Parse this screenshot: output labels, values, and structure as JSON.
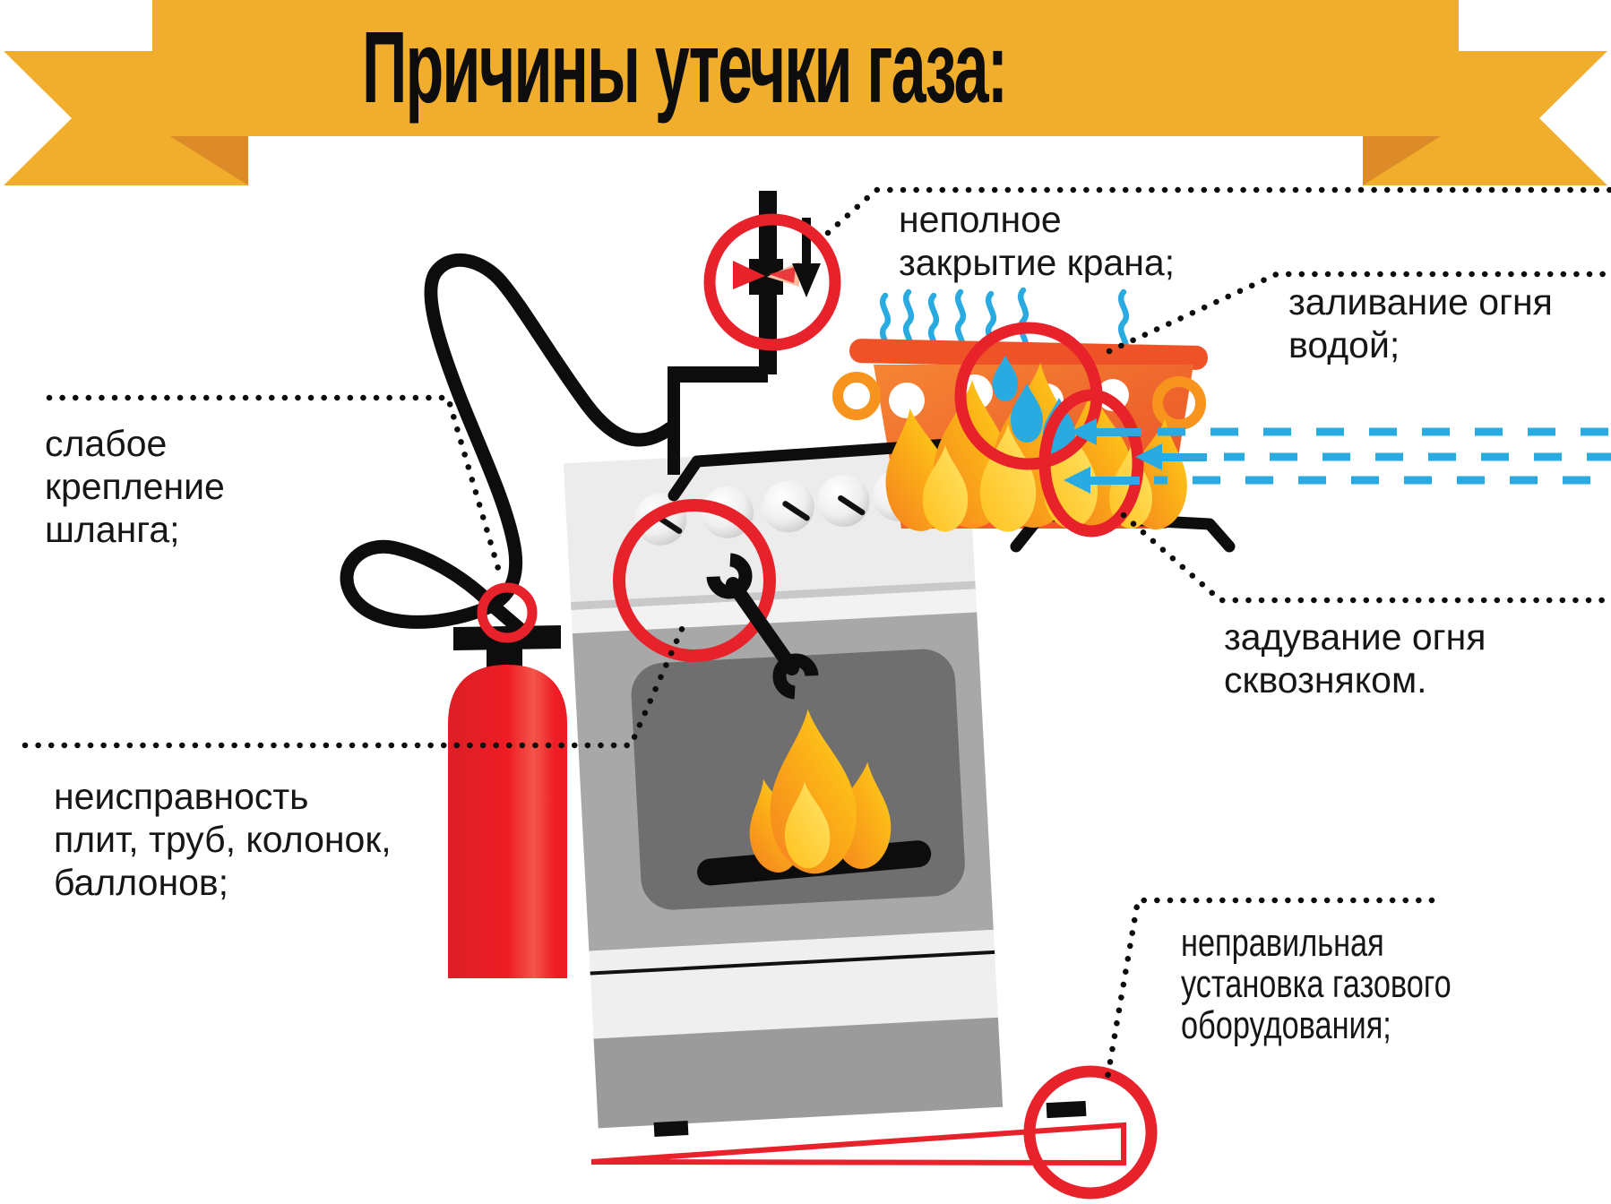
{
  "title": "Причины утечки газа:",
  "labels": {
    "valve": "неполное\nзакрытие крана;",
    "water": "заливание огня\nводой;",
    "draft": "задувание огня\nсквозняком.",
    "hose": "слабое\nкрепление\nшланга;",
    "fault": "неисправность\nплит, труб, колонок,\nбаллонов;",
    "install": "неправильная\nустановка газового\nоборудования;"
  },
  "colors": {
    "banner": "#F1AE2D",
    "banner_fold": "#DD8B28",
    "alert_red": "#E8222B",
    "cylinder_red": "#EE1C24",
    "blue": "#29ABE2",
    "flame_orange": "#F58220",
    "flame_yellow": "#FFD31E",
    "pot_orange": "#F1702C",
    "stove_light": "#ECECEC",
    "stove_frame": "#A8A8A8",
    "oven_window": "#6F6F6F",
    "text": "#161616"
  },
  "icons": {
    "gas-valve-icon": "bowtie valve on vertical pipe",
    "down-arrow-icon": "black arrow pointing down",
    "wrench-icon": "open-end wrench",
    "flame-icon": "teardrop flame",
    "water-drop-icon": "teardrop droplet",
    "steam-icon": "wavy vapor line",
    "draft-arrow-icon": "blue left arrow with dashes",
    "wedge-icon": "thin shim under stove leg",
    "highlight-circle-icon": "red alert ring"
  }
}
